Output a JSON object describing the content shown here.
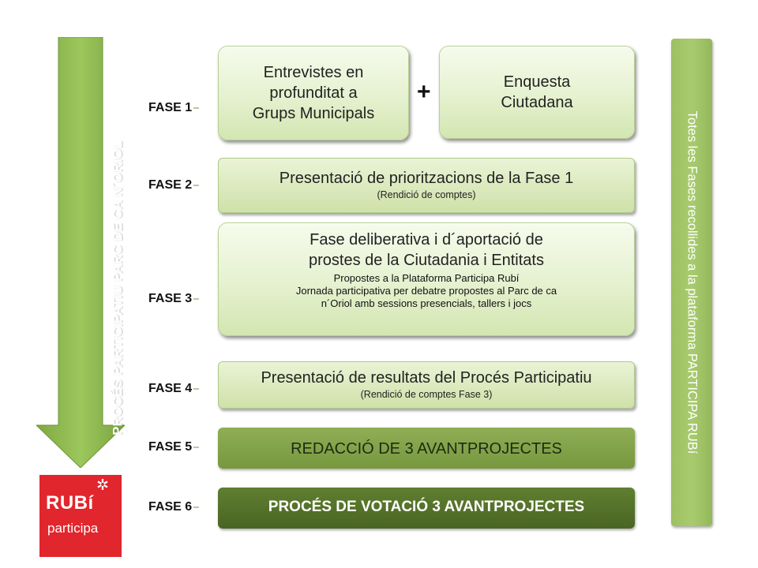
{
  "left_arrow": {
    "label": "PROCÉS PARTICIPATIU PARC DE CA N´ORIOL"
  },
  "right_bar": {
    "label": "Totes les Fases recollides a la plataforma PARTICIPA  RUBí"
  },
  "logo": {
    "title": "RUBí",
    "subtitle": "participa"
  },
  "plus_sign": "+",
  "phases": [
    {
      "label": "FASE 1"
    },
    {
      "label": "FASE 2"
    },
    {
      "label": "FASE 3"
    },
    {
      "label": "FASE 4"
    },
    {
      "label": "FASE 5"
    },
    {
      "label": "FASE 6"
    }
  ],
  "boxes": {
    "fase1_a": {
      "lines": [
        "Entrevistes en",
        "profunditat a",
        "Grups Municipals"
      ]
    },
    "fase1_b": {
      "lines": [
        "Enquesta",
        "Ciutadana"
      ]
    },
    "fase2": {
      "title": "Presentació de prioritzacions de la Fase 1",
      "note": "(Rendició de comptes)"
    },
    "fase3": {
      "title_lines": [
        "Fase deliberativa i d´aportació de",
        "prostes de la Ciutadania i Entitats"
      ],
      "detail_lines": [
        "Propostes a la Plataforma Participa Rubí",
        "Jornada participativa per debatre propostes al Parc de ca",
        "n´Oriol amb sessions presencials, tallers i jocs"
      ]
    },
    "fase4": {
      "title": "Presentació de resultats del Procés Participatiu",
      "note": "(Rendició de comptes Fase 3)"
    },
    "fase5": {
      "title": "REDACCIÓ DE 3 AVANTPROJECTES"
    },
    "fase6": {
      "title": "PROCÉS DE VOTACIÓ 3 AVANTPROJECTES"
    }
  },
  "colors": {
    "arrow_green": "#8db54f",
    "light_box": "#e5f1cf",
    "mid_box": "#cfe1a9",
    "dark_box_1": "#77983f",
    "dark_box_2": "#4a6523",
    "logo_red": "#e1262d"
  }
}
